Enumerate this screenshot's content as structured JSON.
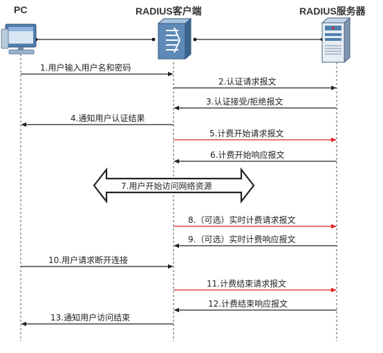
{
  "participants": {
    "pc": {
      "label": "PC",
      "icon": "desktop-computer-icon"
    },
    "client": {
      "label": "RADIUS客户端",
      "icon": "radius-client-device-icon"
    },
    "server": {
      "label": "RADIUS服务器",
      "icon": "server-tower-icon"
    }
  },
  "colors": {
    "accounting_arrow": "#e0201c",
    "normal_arrow": "#222222",
    "lifeline": "#555555",
    "device_blue": "#4f7fae"
  },
  "messages": [
    {
      "label": "1.用户输入用户名和密码",
      "from": "pc",
      "to": "client",
      "accounting": false
    },
    {
      "label": "2.认证请求报文",
      "from": "client",
      "to": "server",
      "accounting": false
    },
    {
      "label": "3.认证接受/拒绝报文",
      "from": "server",
      "to": "client",
      "accounting": false
    },
    {
      "label": "4.通知用户认证结果",
      "from": "client",
      "to": "pc",
      "accounting": false
    },
    {
      "label": "5.计费开始请求报文",
      "from": "client",
      "to": "server",
      "accounting": true
    },
    {
      "label": "6.计费开始响应报文",
      "from": "server",
      "to": "client",
      "accounting": false
    },
    {
      "label": "8.（可选）实时计费请求报文",
      "from": "client",
      "to": "server",
      "accounting": true
    },
    {
      "label": "9.（可选）实时计费响应报文",
      "from": "server",
      "to": "client",
      "accounting": false
    },
    {
      "label": "10.用户请求断开连接",
      "from": "pc",
      "to": "client",
      "accounting": false
    },
    {
      "label": "11.计费结束请求报文",
      "from": "client",
      "to": "server",
      "accounting": true
    },
    {
      "label": "12.计费结束响应报文",
      "from": "server",
      "to": "client",
      "accounting": false
    },
    {
      "label": "13.通知用户访问结束",
      "from": "client",
      "to": "pc",
      "accounting": false
    }
  ],
  "resource_access": {
    "label": "7.用户开始访问网络资源"
  }
}
